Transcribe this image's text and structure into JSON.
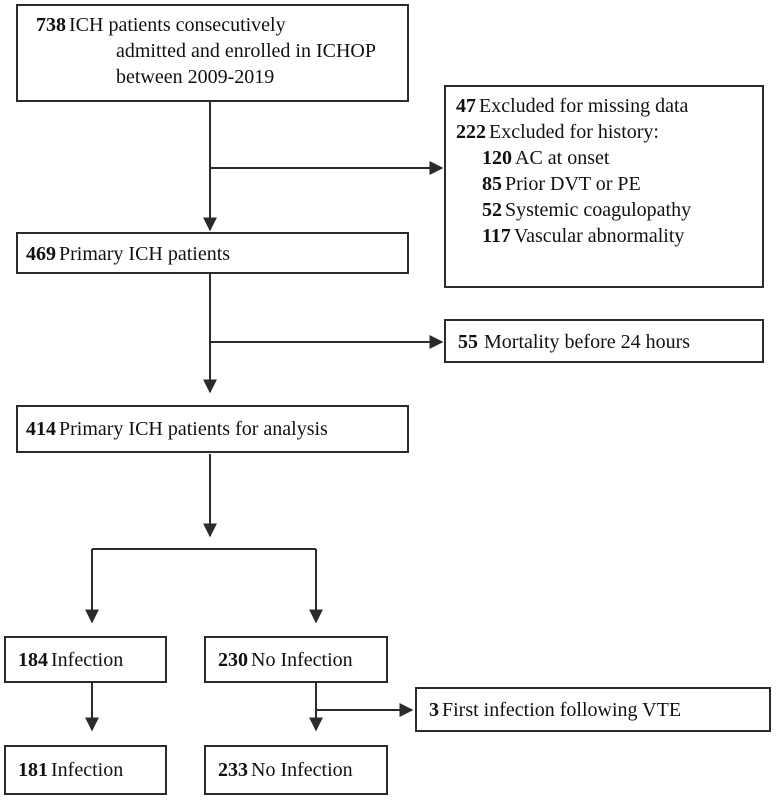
{
  "boxes": {
    "enrolled": {
      "number": "738",
      "lines": [
        "ICH patients consecutively",
        "admitted and enrolled in ICHOP",
        "between 2009-2019"
      ]
    },
    "excluded": {
      "missing": {
        "number": "47",
        "text": "Excluded for missing data"
      },
      "history": {
        "number": "222",
        "text": "Excluded for history:"
      },
      "reasons": [
        {
          "number": "120",
          "text": "AC at onset"
        },
        {
          "number": "85",
          "text": "Prior DVT or PE"
        },
        {
          "number": "52",
          "text": "Systemic coagulopathy"
        },
        {
          "number": "117",
          "text": "Vascular abnormality"
        }
      ]
    },
    "primary": {
      "number": "469",
      "text": "Primary ICH patients"
    },
    "mortality": {
      "number": "55",
      "text": "Mortality before 24 hours"
    },
    "analysis": {
      "number": "414",
      "text": "Primary ICH patients for analysis"
    },
    "infection": {
      "number": "184",
      "text": "Infection"
    },
    "no_infection": {
      "number": "230",
      "text": "No Infection"
    },
    "vte": {
      "number": "3",
      "text": "First infection following VTE"
    },
    "infection_final": {
      "number": "181",
      "text": "Infection"
    },
    "no_infection_final": {
      "number": "233",
      "text": "No Infection"
    }
  },
  "colors": {
    "line": "#2b2b2b",
    "background": "#ffffff",
    "text": "#111111"
  }
}
